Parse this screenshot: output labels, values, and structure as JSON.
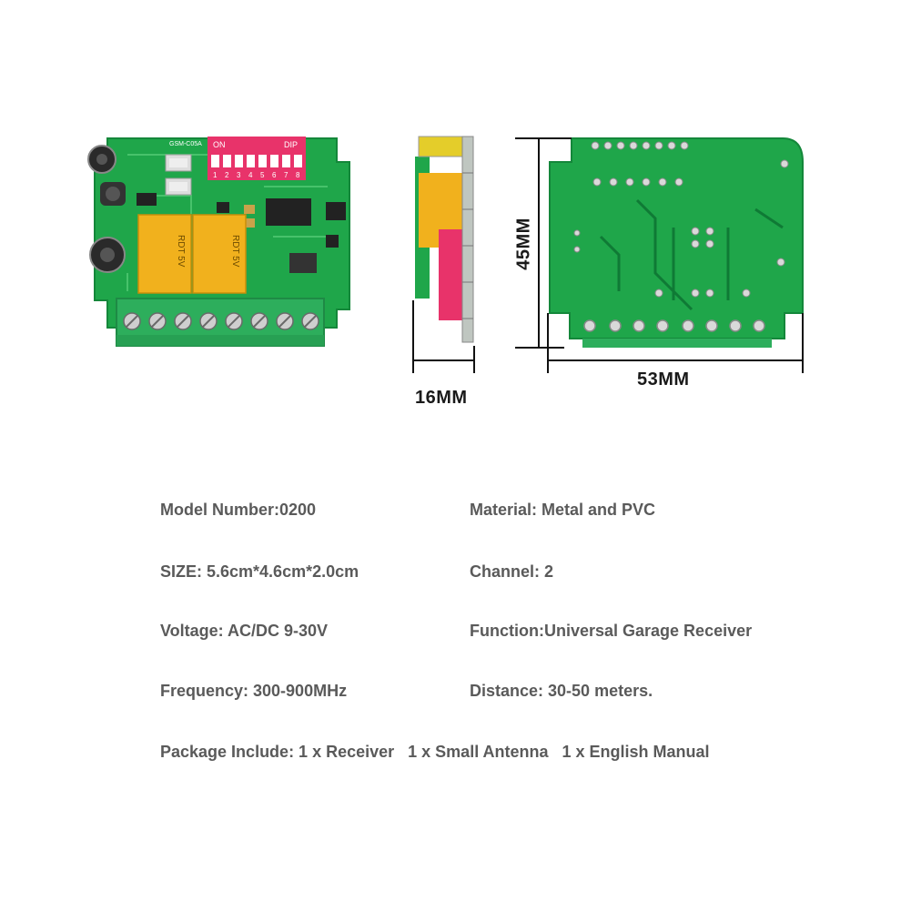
{
  "dimensions": {
    "thickness": "16MM",
    "height": "45MM",
    "width": "53MM"
  },
  "board": {
    "silkscreen_model": "GSM-C05A",
    "dip_on": "ON",
    "dip_label": "DIP",
    "dip_numbers": [
      "1",
      "2",
      "3",
      "4",
      "5",
      "6",
      "7",
      "8"
    ],
    "relay_text": "RDT 5V"
  },
  "specs": {
    "model_number": "Model Number:0200",
    "material": "Material: Metal and PVC",
    "size": "SIZE: 5.6cm*4.6cm*2.0cm",
    "channel": "Channel: 2",
    "voltage": "Voltage: AC/DC 9-30V",
    "function": "Function:Universal Garage Receiver",
    "frequency": "Frequency: 300-900MHz",
    "distance": "Distance: 30-50 meters.",
    "package": "Package Include: 1 x Receiver   1 x Small Antenna   1 x English Manual"
  },
  "colors": {
    "pcb_green": "#1fa64a",
    "terminal_green": "#2dae5c",
    "relay_yellow": "#f1b11d",
    "dip_red": "#e8336a",
    "text_gray": "#5a5a5a"
  }
}
